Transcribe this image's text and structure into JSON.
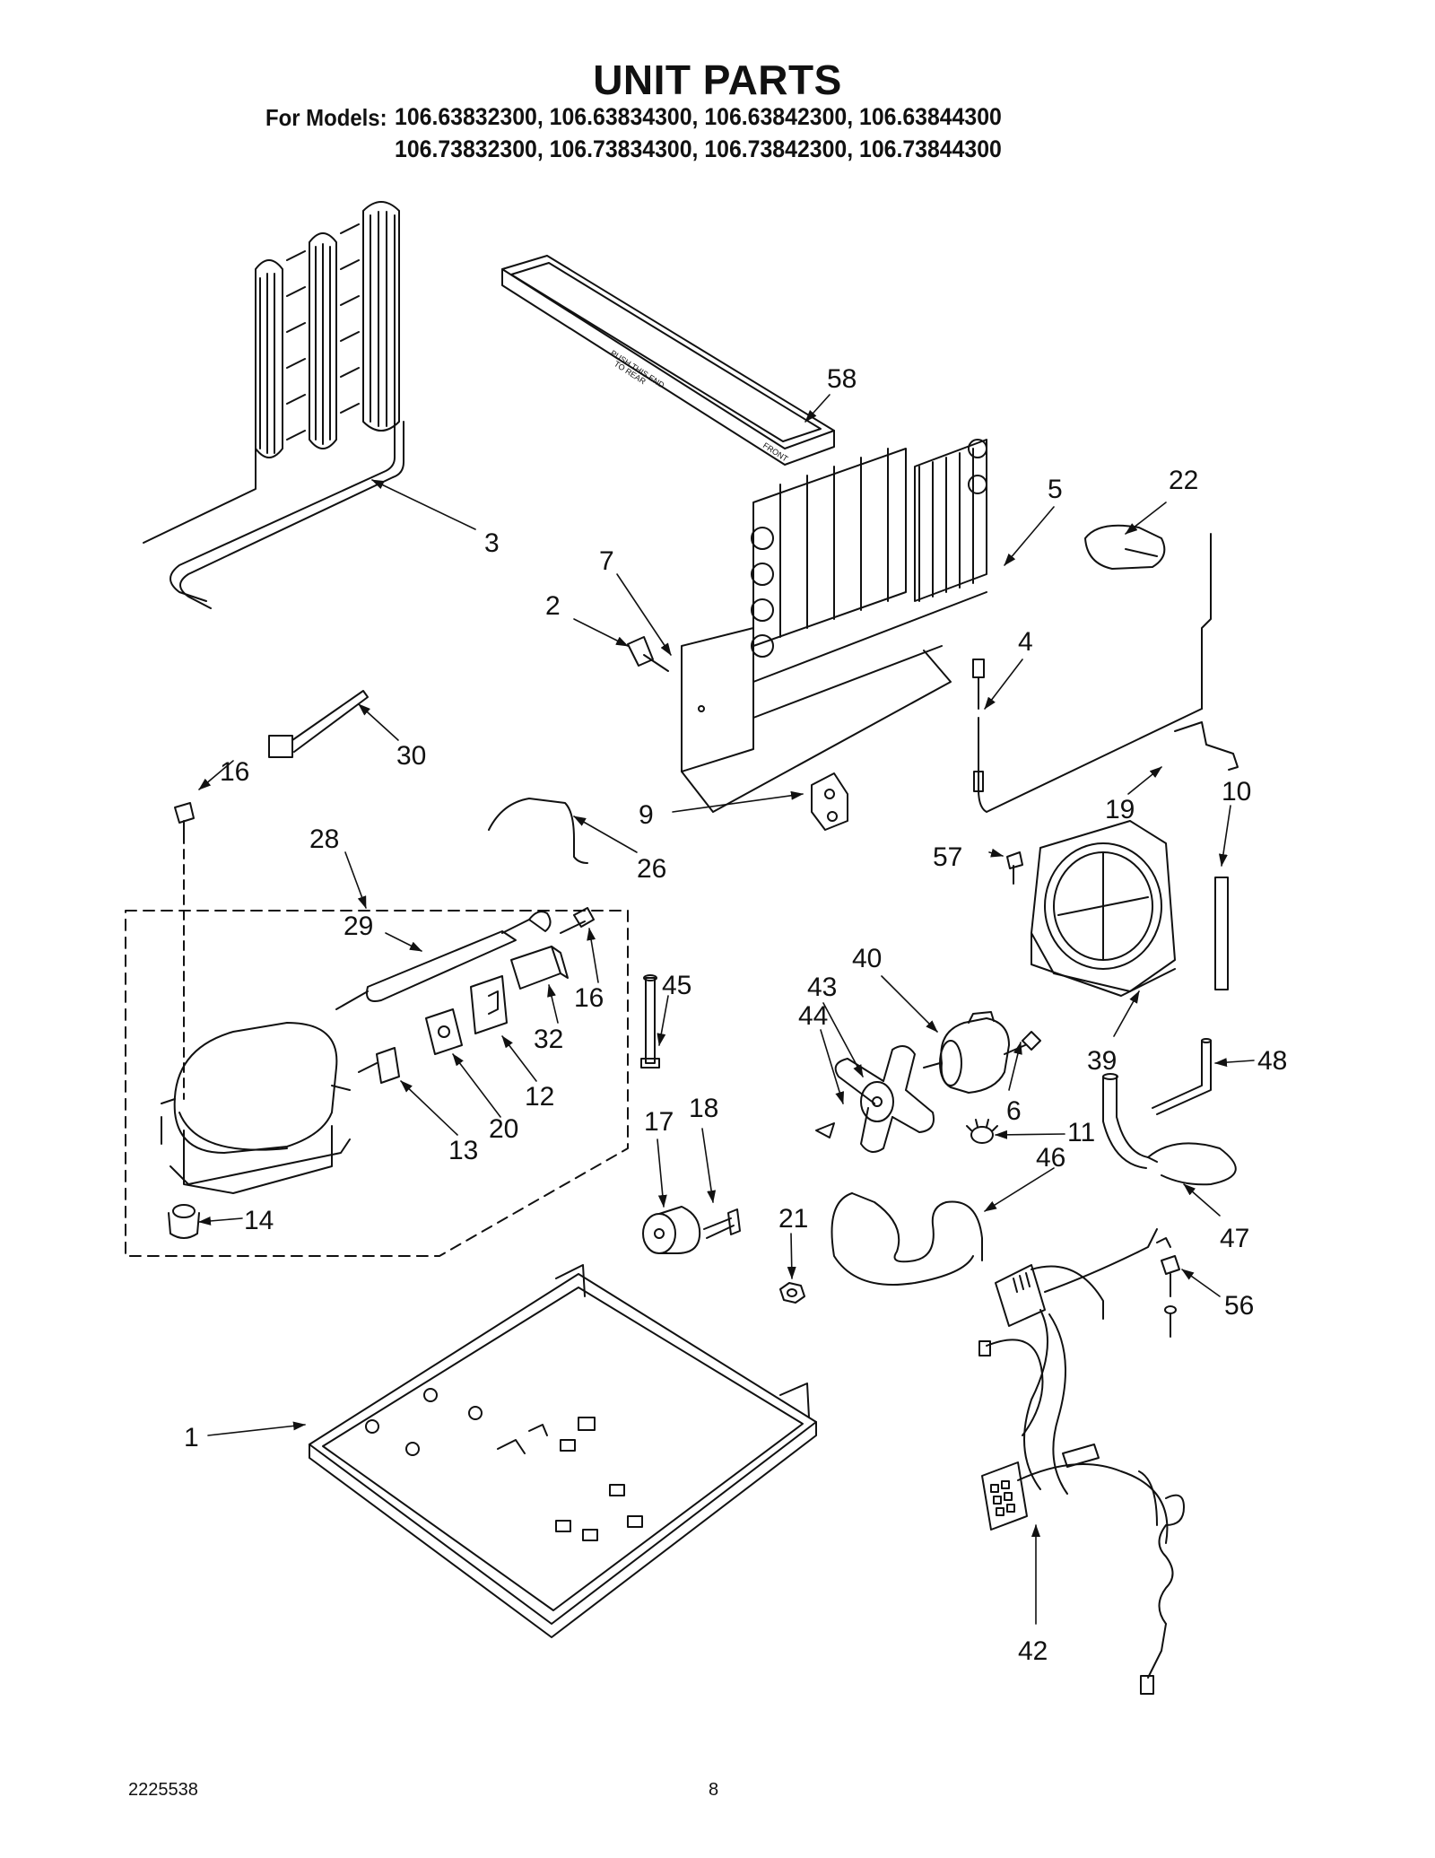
{
  "title": "UNIT PARTS",
  "models": {
    "label": "For Models:",
    "line1": "106.63832300, 106.63834300, 106.63842300, 106.63844300",
    "line2": "106.73832300, 106.73834300, 106.73842300, 106.73844300"
  },
  "tray_text": {
    "line1": "PUSH THIS END",
    "line2": "TO REAR",
    "front": "FRONT"
  },
  "callouts": {
    "c1": "1",
    "c2": "2",
    "c3": "3",
    "c4": "4",
    "c5": "5",
    "c6": "6",
    "c7": "7",
    "c9": "9",
    "c10": "10",
    "c11": "11",
    "c12": "12",
    "c13": "13",
    "c14": "14",
    "c16a": "16",
    "c16b": "16",
    "c17": "17",
    "c18": "18",
    "c19": "19",
    "c20": "20",
    "c21": "21",
    "c22": "22",
    "c26": "26",
    "c28": "28",
    "c29": "29",
    "c30": "30",
    "c32": "32",
    "c39": "39",
    "c40": "40",
    "c42": "42",
    "c43": "43",
    "c44": "44",
    "c45": "45",
    "c46": "46",
    "c47": "47",
    "c48": "48",
    "c56": "56",
    "c57": "57",
    "c58": "58"
  },
  "footer": {
    "doc_number": "2225538",
    "page_number": "8"
  }
}
